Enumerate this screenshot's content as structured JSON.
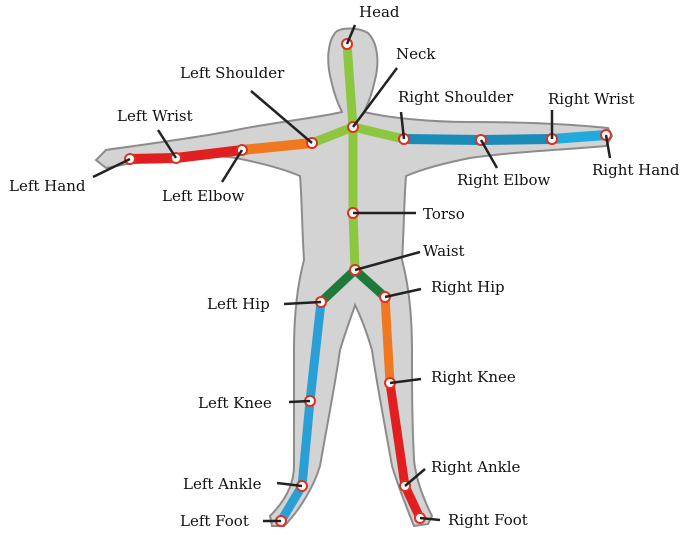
{
  "colors": {
    "silhouette_fill": "#d3d3d3",
    "silhouette_stroke": "#8c8c8c",
    "spine": "#8dc63f",
    "pelvis": "#1e7a3c",
    "left_forearm": "#e02020",
    "left_upper_arm": "#f07820",
    "right_upper_arm": "#1a8ab8",
    "right_forearm": "#22aadd",
    "left_leg": "#2a9fd6",
    "right_leg": "#e02020",
    "right_thigh": "#f07820",
    "joint_ring": "#e03020",
    "leader": "#222222"
  },
  "joints": {
    "head": "Head",
    "neck": "Neck",
    "left_shoulder": "Left Shoulder",
    "right_shoulder": "Right Shoulder",
    "left_wrist": "Left Wrist",
    "right_wrist": "Right Wrist",
    "left_hand": "Left Hand",
    "right_hand": "Right Hand",
    "left_elbow": "Left Elbow",
    "right_elbow": "Right Elbow",
    "torso": "Torso",
    "waist": "Waist",
    "left_hip": "Left Hip",
    "right_hip": "Right Hip",
    "left_knee": "Left Knee",
    "right_knee": "Right Knee",
    "left_ankle": "Left Ankle",
    "right_ankle": "Right Ankle",
    "left_foot": "Left Foot",
    "right_foot": "Right Foot"
  }
}
